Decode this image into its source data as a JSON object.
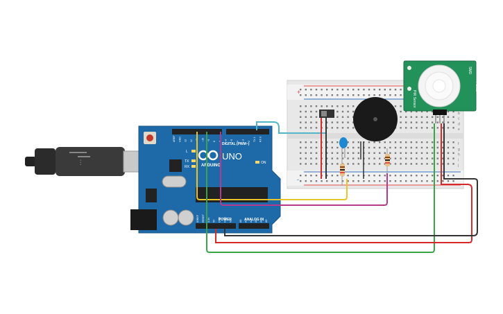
{
  "arduino": {
    "logo_text": "ARDUINO",
    "model": "UNO",
    "digital_label": "DIGITAL (PWM~)",
    "power_label": "POWER",
    "analog_label": "ANALOG IN",
    "on_label": "ON",
    "led_l": "L",
    "led_tx": "TX",
    "led_rx": "RX",
    "digital_pins": [
      "AREF",
      "GND",
      "13",
      "12",
      "~11",
      "~10",
      "~9",
      "8",
      "7",
      "~6",
      "~5",
      "4",
      "~3",
      "2",
      "TX 1",
      "RX 0"
    ],
    "power_pins": [
      "IOREF",
      "RESET",
      "3.3V",
      "5V",
      "GND",
      "GND",
      "Vin"
    ],
    "analog_pins": [
      "A0",
      "A1",
      "A2",
      "A3",
      "A4",
      "A5"
    ]
  },
  "pir_sensor": {
    "label_left": "PIR Sensor",
    "label_right": "SMD",
    "label_bottom": "Pololu"
  },
  "breadboard": {
    "rail_plus": "+",
    "rail_minus": "-",
    "row_letters": [
      "a",
      "b",
      "c",
      "d",
      "e",
      "f",
      "g",
      "h",
      "i",
      "j"
    ]
  },
  "wire_colors": {
    "signal_cyan": "#4fb7c5",
    "signal_yellow": "#e8c52b",
    "signal_magenta": "#b43a8e",
    "power_red": "#d62a2a",
    "ground_black": "#333333",
    "pir_green": "#3aa548"
  },
  "colors": {
    "board_blue": "#1e6aa8",
    "breadboard": "#e8e8e8",
    "pir_green": "#23915a"
  }
}
